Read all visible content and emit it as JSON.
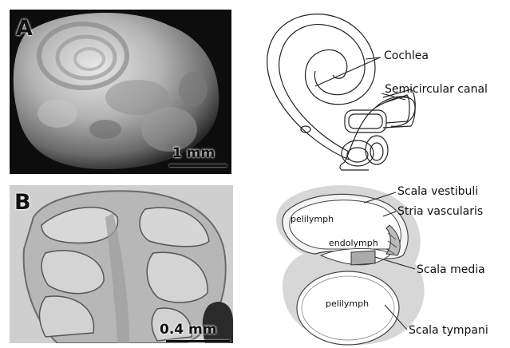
{
  "panels": {
    "a": {
      "letter": "A",
      "scale": "1 mm"
    },
    "b": {
      "letter": "B",
      "scale": "0.4 mm"
    }
  },
  "diagram_a": {
    "cochlea": "Cochlea",
    "canal": "Semicircular canal"
  },
  "diagram_b": {
    "scala_vestibuli": "Scala vestibuli",
    "stria": "Stria vascularis",
    "scala_media": "Scala media",
    "scala_tympani": "Scala tympani",
    "perilymph_top": "pelilymph",
    "endolymph": "endolymph",
    "perilymph_bottom": "pelilymph"
  }
}
